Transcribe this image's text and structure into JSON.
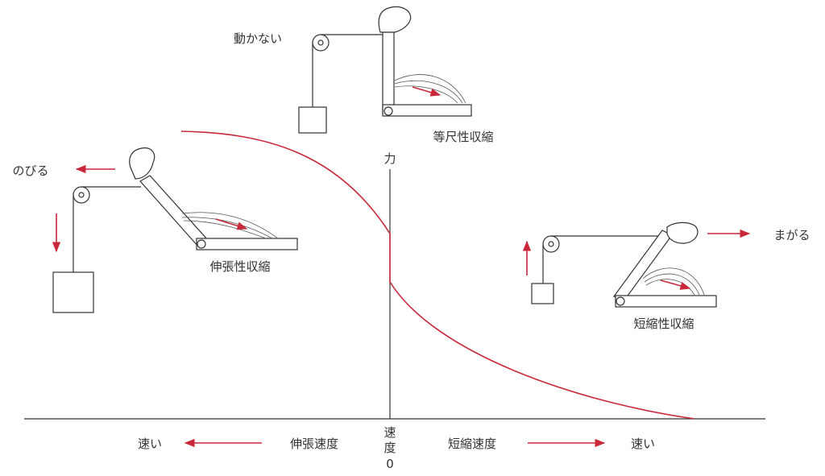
{
  "axis": {
    "force_label": "力",
    "speed_label_1": "速",
    "speed_label_2": "度",
    "origin_label": "0",
    "left_speed_label": "伸張速度",
    "right_speed_label": "短縮速度",
    "left_fast": "速い",
    "right_fast": "速い"
  },
  "isometric": {
    "caption": "等尺性収縮",
    "state": "動かない"
  },
  "eccentric": {
    "caption": "伸張性収縮",
    "state": "のびる"
  },
  "concentric": {
    "caption": "短縮性収縮",
    "state": "まがる"
  },
  "colors": {
    "curve": "#c8283a",
    "arrow": "#c8283a",
    "ink": "#333333"
  }
}
